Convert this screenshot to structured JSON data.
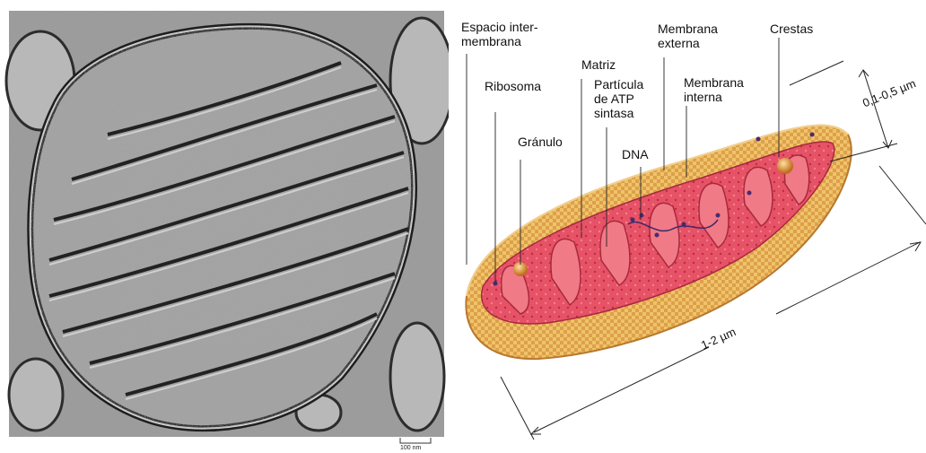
{
  "labels": {
    "espacio": "Espacio inter-\nmembrana",
    "ribosoma": "Ribosoma",
    "granulo": "Gránulo",
    "matriz": "Matriz",
    "particula": "Partícula\nde ATP\nsintasa",
    "dna": "DNA",
    "membrana_externa": "Membrana\nexterna",
    "membrana_interna": "Membrana\ninterna",
    "crestas": "Crestas"
  },
  "dimensions": {
    "width": "0,1-0,5 µm",
    "length": "1-2 µm"
  },
  "scale_bar": "100 nm",
  "colors": {
    "outer_membrane": "#e8b560",
    "matrix": "#e0445a",
    "cristae": "#f07a86",
    "micrograph_bg": "#8a8a8a"
  }
}
